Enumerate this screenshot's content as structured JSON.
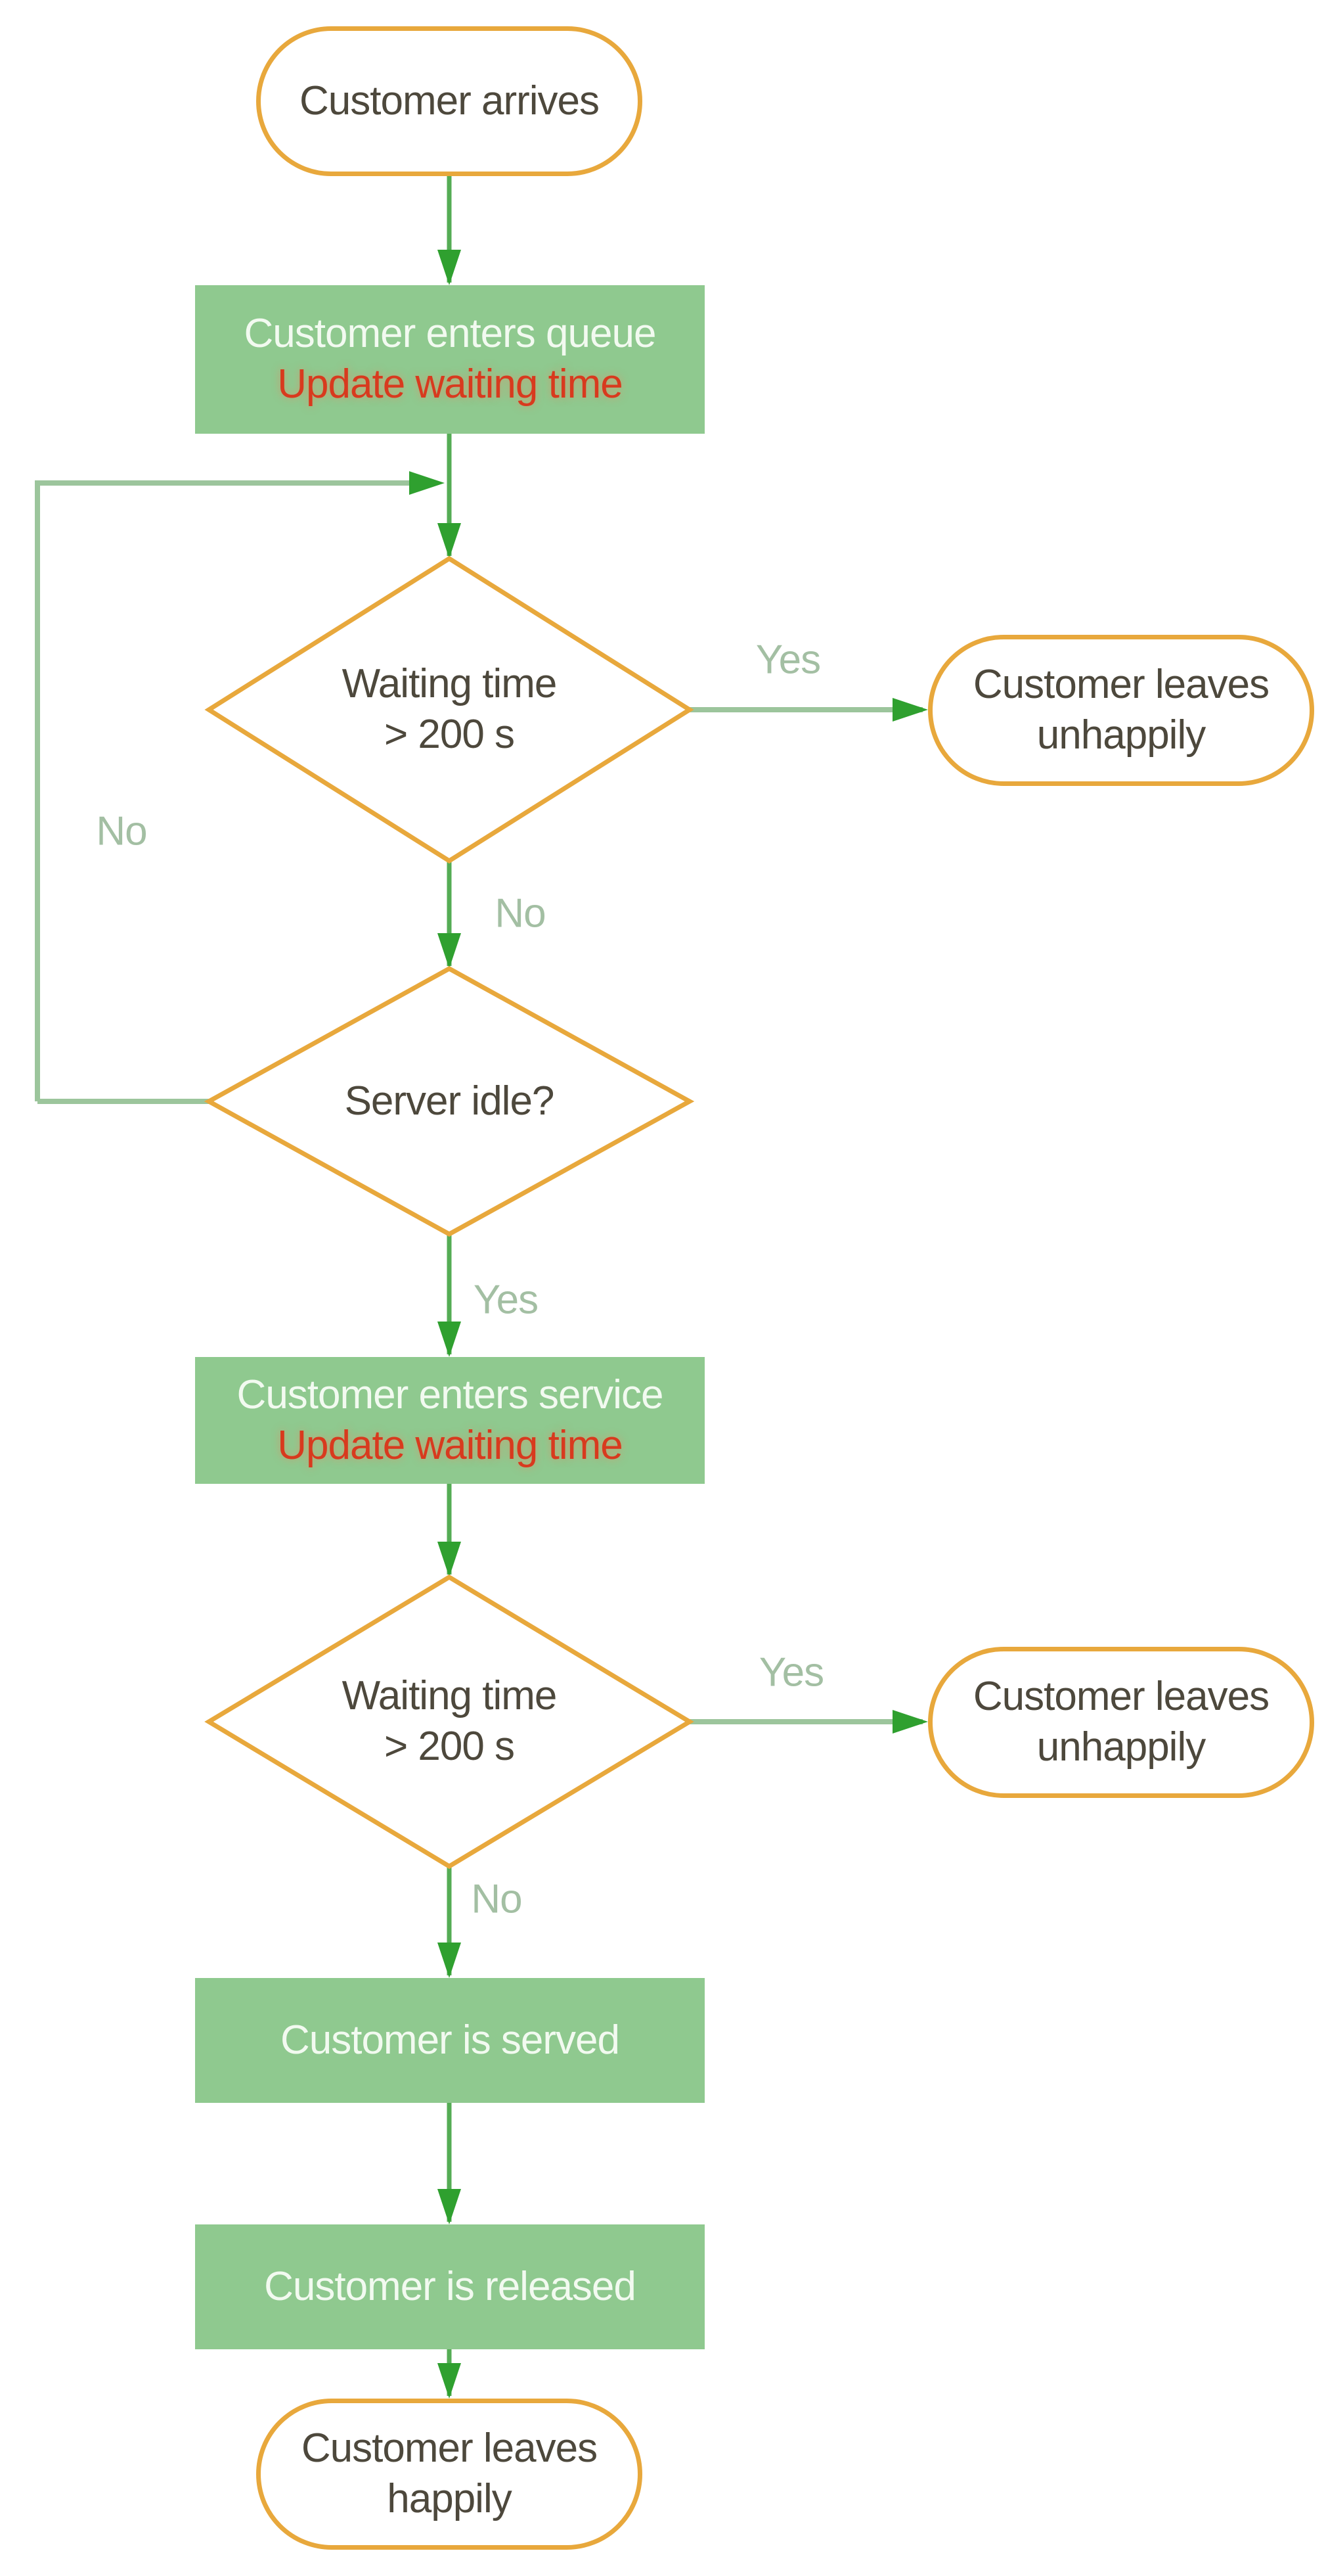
{
  "flowchart": {
    "nodes": {
      "start": {
        "type": "terminator",
        "label": "Customer arrives"
      },
      "enter_queue": {
        "type": "process",
        "line1": "Customer enters queue",
        "line2": "Update waiting time"
      },
      "wait_check_1": {
        "type": "decision",
        "line1": "Waiting time",
        "line2": "> 200 s"
      },
      "leave_unhappy_1": {
        "type": "terminator",
        "line1": "Customer leaves",
        "line2": "unhappily"
      },
      "server_idle": {
        "type": "decision",
        "label": "Server idle?"
      },
      "enter_service": {
        "type": "process",
        "line1": "Customer enters service",
        "line2": "Update waiting time"
      },
      "wait_check_2": {
        "type": "decision",
        "line1": "Waiting time",
        "line2": "> 200 s"
      },
      "leave_unhappy_2": {
        "type": "terminator",
        "line1": "Customer leaves",
        "line2": "unhappily"
      },
      "served": {
        "type": "process",
        "label": "Customer is served"
      },
      "released": {
        "type": "process",
        "label": "Customer is released"
      },
      "leave_happy": {
        "type": "terminator",
        "line1": "Customer leaves",
        "line2": "happily"
      }
    },
    "edge_labels": {
      "yes1": "Yes",
      "no1": "No",
      "no_loop": "No",
      "yes2": "Yes",
      "yes3": "Yes",
      "no3": "No"
    },
    "edges": [
      {
        "from": "start",
        "to": "enter_queue"
      },
      {
        "from": "enter_queue",
        "to": "wait_check_1"
      },
      {
        "from": "wait_check_1",
        "to": "leave_unhappy_1",
        "label_key": "yes1"
      },
      {
        "from": "wait_check_1",
        "to": "server_idle",
        "label_key": "no1"
      },
      {
        "from": "server_idle",
        "to": "wait_check_1",
        "label_key": "no_loop"
      },
      {
        "from": "server_idle",
        "to": "enter_service",
        "label_key": "yes2"
      },
      {
        "from": "enter_service",
        "to": "wait_check_2"
      },
      {
        "from": "wait_check_2",
        "to": "leave_unhappy_2",
        "label_key": "yes3"
      },
      {
        "from": "wait_check_2",
        "to": "served",
        "label_key": "no3"
      },
      {
        "from": "served",
        "to": "released"
      },
      {
        "from": "released",
        "to": "leave_happy"
      }
    ],
    "colors": {
      "terminator_border": "#E8A83C",
      "process_fill": "#8FC98F",
      "process_text": "#F2FAF0",
      "update_text": "#D83A1E",
      "node_text": "#4D483C",
      "connector": "#55AC55",
      "connector_light": "#9CC59C",
      "arrowhead": "#2FA02F",
      "edge_label": "#A3BFA3"
    }
  }
}
